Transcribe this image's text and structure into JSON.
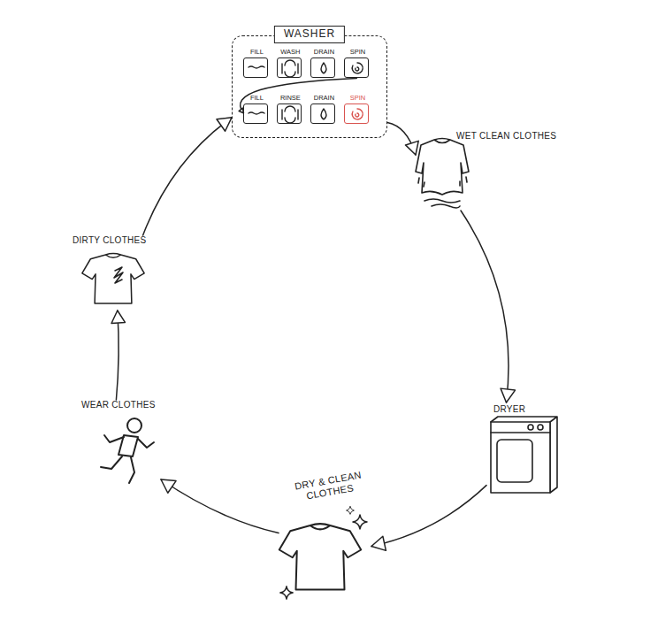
{
  "diagram": {
    "nodes": [
      {
        "text": [
          "WASHER"
        ]
      },
      {
        "text": [
          "FILL"
        ],
        "in": 0
      },
      {
        "text": [
          "WASH"
        ],
        "in": 0
      },
      {
        "text": [
          "DRAIN"
        ],
        "in": 0
      },
      {
        "text": [
          "SPIN"
        ],
        "in": 0
      },
      {
        "text": [
          "FILL"
        ],
        "in": 0
      },
      {
        "text": [
          "RINSE"
        ],
        "in": 0
      },
      {
        "text": [
          "DRAIN"
        ],
        "in": 0
      },
      {
        "text": [
          "SPIN"
        ],
        "in": 0
      },
      {
        "text": [
          "WET CLEAN CLOTHES"
        ]
      },
      {
        "text": [
          "DRYER"
        ]
      },
      {
        "text": [
          "DRY & CLEAN CLOTHES"
        ]
      },
      {
        "text": [
          "WEAR CLOTHES"
        ]
      },
      {
        "text": [
          "DIRTY CLOTHES"
        ]
      }
    ],
    "edges": [
      {
        "from": 0,
        "to": 9,
        "arrow": "to"
      },
      {
        "from": 9,
        "to": 10,
        "arrow": "to"
      },
      {
        "from": 10,
        "to": 11,
        "arrow": "to"
      },
      {
        "from": 11,
        "to": 12,
        "arrow": "to"
      },
      {
        "from": 12,
        "to": 13,
        "arrow": "to"
      },
      {
        "from": 13,
        "to": 0,
        "arrow": "to"
      },
      {
        "from": 4,
        "to": 5,
        "arrow": "to"
      }
    ]
  }
}
